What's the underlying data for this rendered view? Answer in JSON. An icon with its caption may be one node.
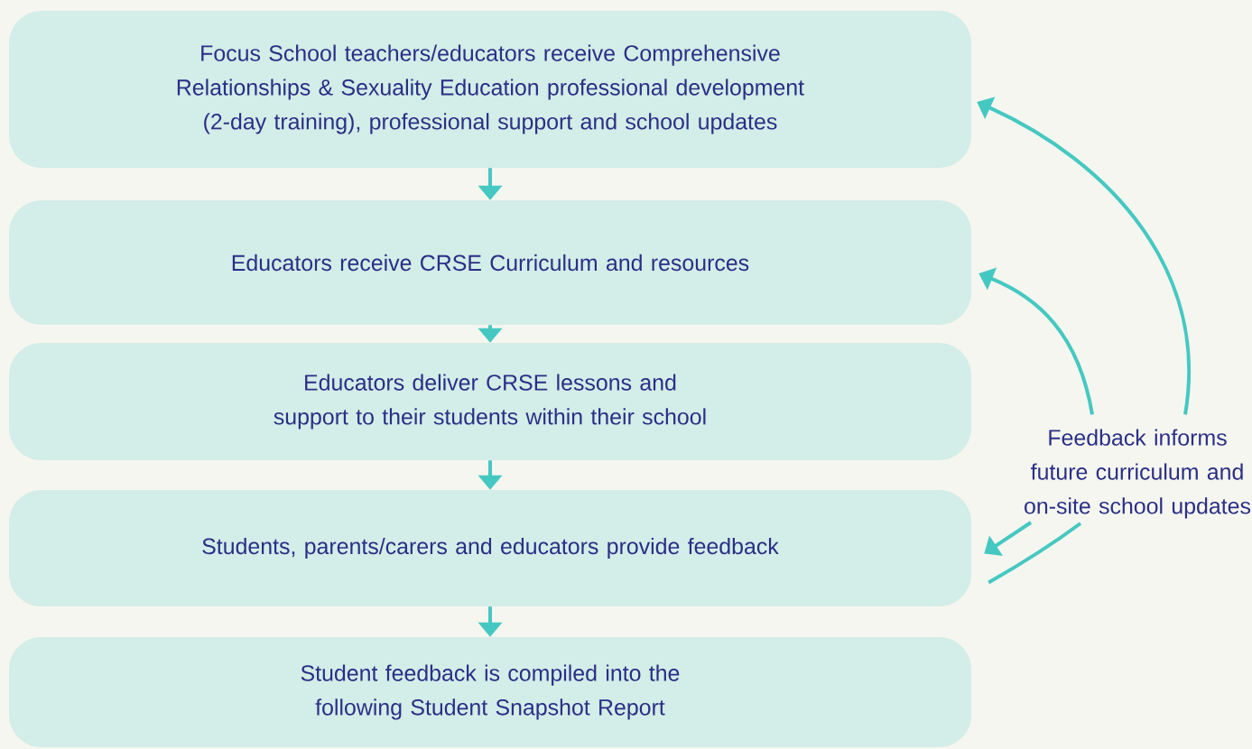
{
  "diagram": {
    "nodes": [
      {
        "text": [
          "Focus School teachers/educators receive Comprehensive Relationships & Sexuality Education professional development (2-day training), professional support and school updates"
        ]
      },
      {
        "text": [
          "Educators receive CRSE Curriculum and resources"
        ]
      },
      {
        "text": [
          "Educators deliver CRSE lessons and support to their students within their school"
        ]
      },
      {
        "text": [
          "Students, parents/carers and educators provide feedback"
        ]
      },
      {
        "text": [
          "Student feedback is compiled into the following Student Snapshot Report"
        ]
      },
      {
        "text": [
          "Feedback informs future curriculum and on-site school updates"
        ]
      }
    ],
    "edges": [
      {
        "from": 0,
        "to": 1,
        "arrow": "to"
      },
      {
        "from": 1,
        "to": 2,
        "arrow": "to"
      },
      {
        "from": 2,
        "to": 3,
        "arrow": "to"
      },
      {
        "from": 3,
        "to": 4,
        "arrow": "to"
      },
      {
        "from": 5,
        "to": 0,
        "arrow": "to"
      },
      {
        "from": 5,
        "to": 1,
        "arrow": "to"
      },
      {
        "from": 5,
        "to": 3,
        "arrow": "to"
      },
      {
        "from": 3,
        "to": 5,
        "arrow": "none"
      }
    ]
  }
}
